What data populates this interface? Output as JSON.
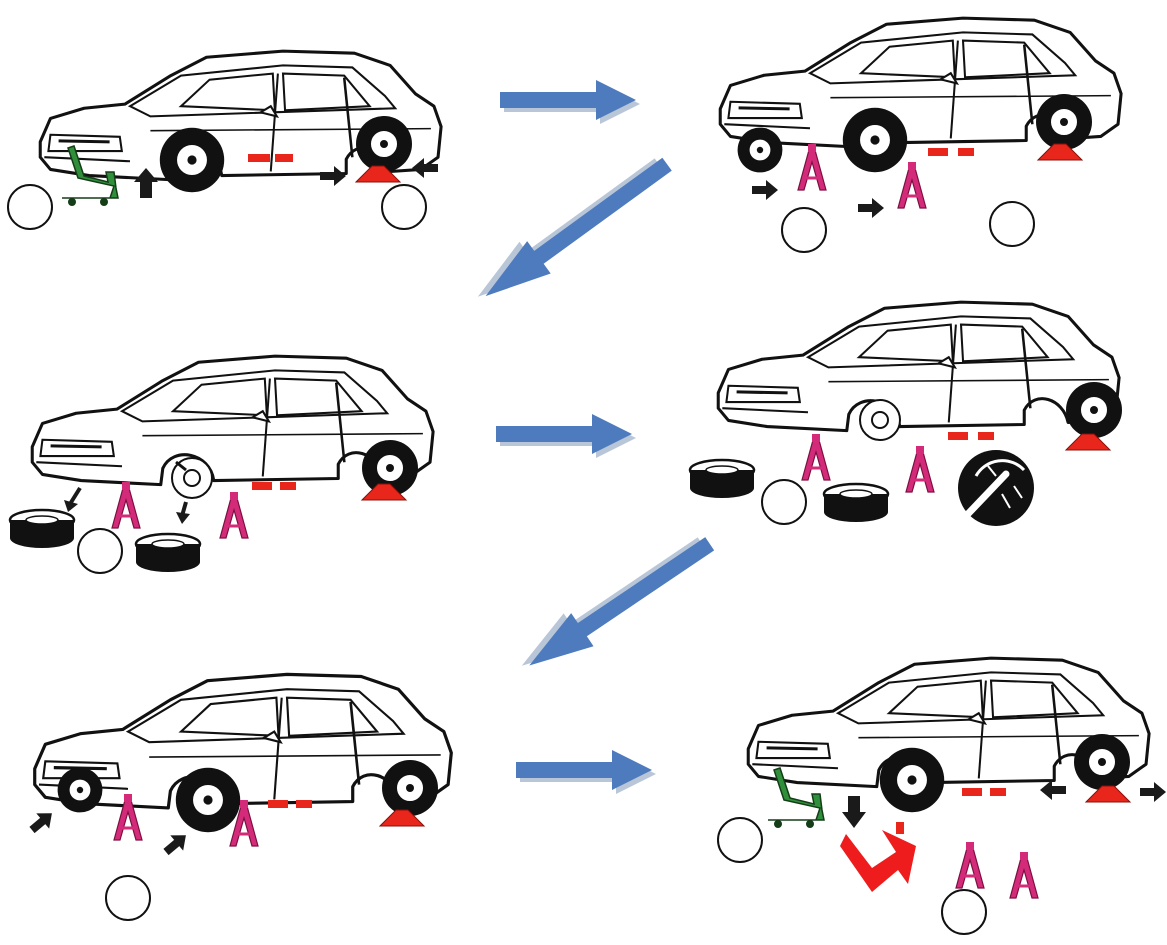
{
  "colors": {
    "background": "#ffffff",
    "outline": "#111111",
    "body_fill": "#ffffff",
    "tire": "#111111",
    "hub": "#ffffff",
    "floor_jack": "#2f8f3a",
    "jack_stand": "#d42a7a",
    "wheel_chock": "#e8261c",
    "flow_arrow": "#4e7bbd",
    "flow_arrow_shadow": "#b9c6d8",
    "push_arrow": "#1a1a1a",
    "caution_arrow": "#ee1c1c"
  },
  "panels": [
    {
      "step": 1,
      "action": "lift-with-floor-jack"
    },
    {
      "step": 2,
      "action": "place-jack-stands"
    },
    {
      "step": 3,
      "action": "remove-wheels"
    },
    {
      "step": 4,
      "action": "service-brakes"
    },
    {
      "step": 5,
      "action": "refit-wheels"
    },
    {
      "step": 6,
      "action": "lower-and-remove-stands"
    }
  ],
  "callouts": [
    {
      "panel": 1,
      "label": ""
    },
    {
      "panel": 1,
      "label": ""
    },
    {
      "panel": 2,
      "label": ""
    },
    {
      "panel": 2,
      "label": ""
    },
    {
      "panel": 3,
      "label": ""
    },
    {
      "panel": 4,
      "label": ""
    },
    {
      "panel": 5,
      "label": ""
    },
    {
      "panel": 6,
      "label": ""
    },
    {
      "panel": 6,
      "label": ""
    }
  ],
  "flow": [
    {
      "from": 1,
      "to": 2,
      "direction": "right"
    },
    {
      "from": 2,
      "to": 3,
      "direction": "down-left"
    },
    {
      "from": 3,
      "to": 4,
      "direction": "right"
    },
    {
      "from": 4,
      "to": 5,
      "direction": "down-left"
    },
    {
      "from": 5,
      "to": 6,
      "direction": "right"
    }
  ],
  "icons": {
    "car": "sedan-car-icon",
    "jack": "floor-jack-icon",
    "stand": "jack-stand-icon",
    "chock": "wheel-chock-icon",
    "tire": "loose-tire-icon",
    "tools": "brake-tools-icon",
    "caution": "red-bent-arrow-icon"
  }
}
